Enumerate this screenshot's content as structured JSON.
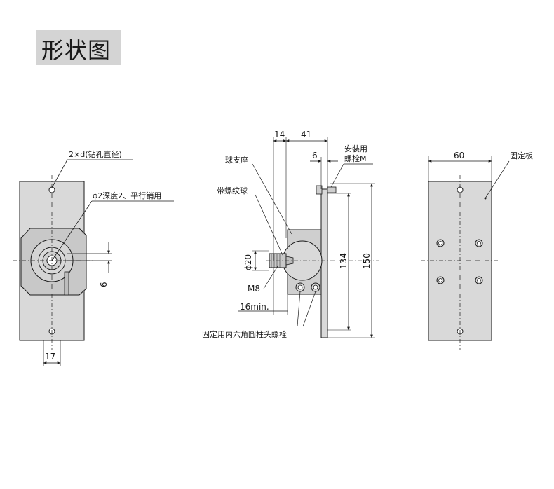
{
  "title": "形状图",
  "left_view": {
    "hole_callout": "2×d(钻孔直径)",
    "pin_callout": "ϕ2深度2、平行销用",
    "dim_offset": "6",
    "dim_width": "17"
  },
  "middle_view": {
    "label_ball_seat": "球支座",
    "label_threaded_ball": "带螺纹球",
    "label_mount_bolt_line1": "安装用",
    "label_mount_bolt_line2": "螺栓M",
    "label_fixing_bolt": "固定用内六角圆柱头螺栓",
    "dim_14": "14",
    "dim_41": "41",
    "dim_6": "6",
    "dim_phi20": "ϕ20",
    "dim_m8": "M8",
    "dim_16min": "16min.",
    "dim_134": "134",
    "dim_150": "150"
  },
  "right_view": {
    "label_fixing_plate": "固定板",
    "dim_60": "60"
  },
  "colors": {
    "plate": "#d9d9d9",
    "plate_dark": "#bdbdbd",
    "line": "#1a1a1a",
    "title_bg": "#d4d4d4"
  }
}
